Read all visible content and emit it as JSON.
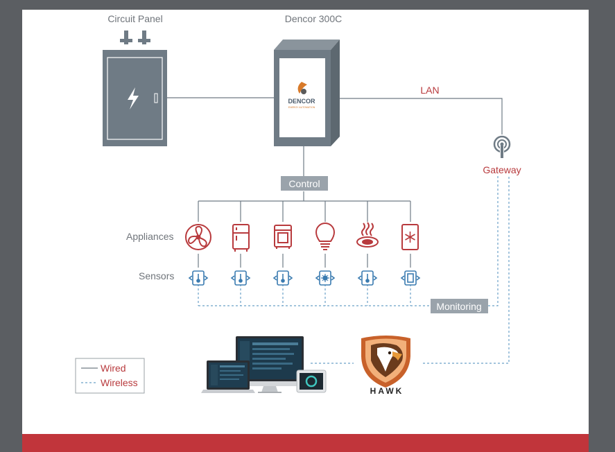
{
  "labels": {
    "circuit_panel": "Circuit Panel",
    "dencor_unit": "Dencor 300C",
    "lan": "LAN",
    "gateway": "Gateway",
    "control": "Control",
    "appliances": "Appliances",
    "sensors": "Sensors",
    "monitoring": "Monitoring",
    "hawk": "HAWK"
  },
  "dencor_logo": {
    "name": "DENCOR",
    "tagline": "ENERGY AUTOMATION"
  },
  "legend": {
    "wired": "Wired",
    "wireless": "Wireless"
  },
  "appliances": [
    "fan-icon",
    "refrigerator-icon",
    "oven-icon",
    "light-bulb-icon",
    "cooktop-icon",
    "freezer-icon"
  ],
  "sensors": [
    "temperature-sensor-icon",
    "temperature-sensor-icon",
    "temperature-sensor-icon",
    "light-sensor-icon",
    "temperature-sensor-icon",
    "door-sensor-icon"
  ],
  "colors": {
    "primary_gray": "#6f7b85",
    "accent_red": "#b83a3d",
    "sensor_blue": "#3a7bb0",
    "wireless_blue": "#6aa0c8",
    "hawk_orange": "#c8612a",
    "footer_red": "#c1353b"
  }
}
